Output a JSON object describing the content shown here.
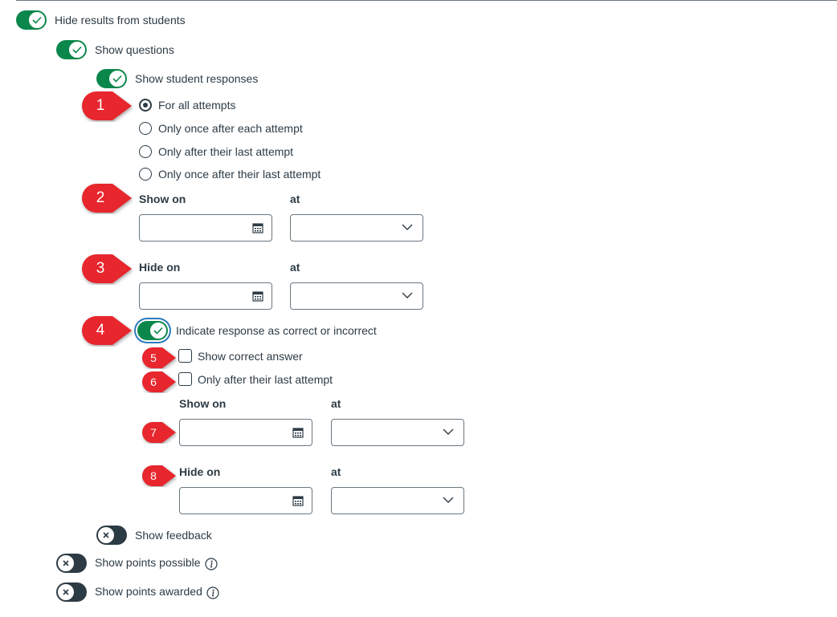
{
  "colors": {
    "toggle_on": "#0b874b",
    "toggle_off": "#2d3b45",
    "callout": "#e8262d",
    "text": "#2d3b45"
  },
  "settings": {
    "hide_results": {
      "label": "Hide results from students",
      "state": "on"
    },
    "show_questions": {
      "label": "Show questions",
      "state": "on"
    },
    "show_student_responses": {
      "label": "Show student responses",
      "state": "on"
    },
    "attempt_options": [
      {
        "label": "For all attempts",
        "selected": true
      },
      {
        "label": "Only once after each attempt",
        "selected": false
      },
      {
        "label": "Only after their last attempt",
        "selected": false
      },
      {
        "label": "Only once after their last attempt",
        "selected": false
      }
    ],
    "show_on": {
      "label": "Show on",
      "at_label": "at",
      "date_value": "",
      "time_value": ""
    },
    "hide_on": {
      "label": "Hide on",
      "at_label": "at",
      "date_value": "",
      "time_value": ""
    },
    "indicate_response": {
      "label": "Indicate response as correct or incorrect",
      "state": "on"
    },
    "show_correct_answer": {
      "label": "Show correct answer",
      "checked": false
    },
    "only_after_last_attempt": {
      "label": "Only after their last attempt",
      "checked": false
    },
    "correct_show_on": {
      "label": "Show on",
      "at_label": "at",
      "date_value": "",
      "time_value": ""
    },
    "correct_hide_on": {
      "label": "Hide on",
      "at_label": "at",
      "date_value": "",
      "time_value": ""
    },
    "show_feedback": {
      "label": "Show feedback",
      "state": "off"
    },
    "show_points_possible": {
      "label": "Show points possible",
      "state": "off",
      "icon": "info-icon"
    },
    "show_points_awarded": {
      "label": "Show points awarded",
      "state": "off",
      "icon": "info-icon"
    }
  },
  "callouts": [
    "1",
    "2",
    "3",
    "4",
    "5",
    "6",
    "7",
    "8"
  ]
}
